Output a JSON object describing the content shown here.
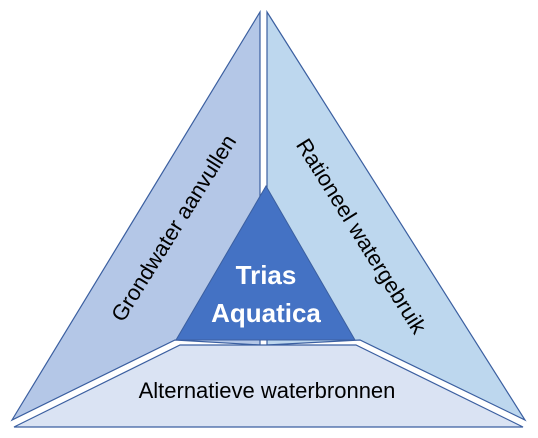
{
  "center": {
    "line1": "Trias",
    "line2": "Aquatica"
  },
  "segments": {
    "left": "Grondwater aanvullen",
    "right": "Rationeel watergebruik",
    "bottom": "Alternatieve waterbronnen"
  },
  "colors": {
    "left_fill": "#b4c7e7",
    "right_fill": "#bdd7ee",
    "bottom_fill": "#dae3f3",
    "center_fill": "#4472c4",
    "stroke": "#3b5fa0",
    "text_dark": "#000000",
    "text_light": "#ffffff"
  }
}
